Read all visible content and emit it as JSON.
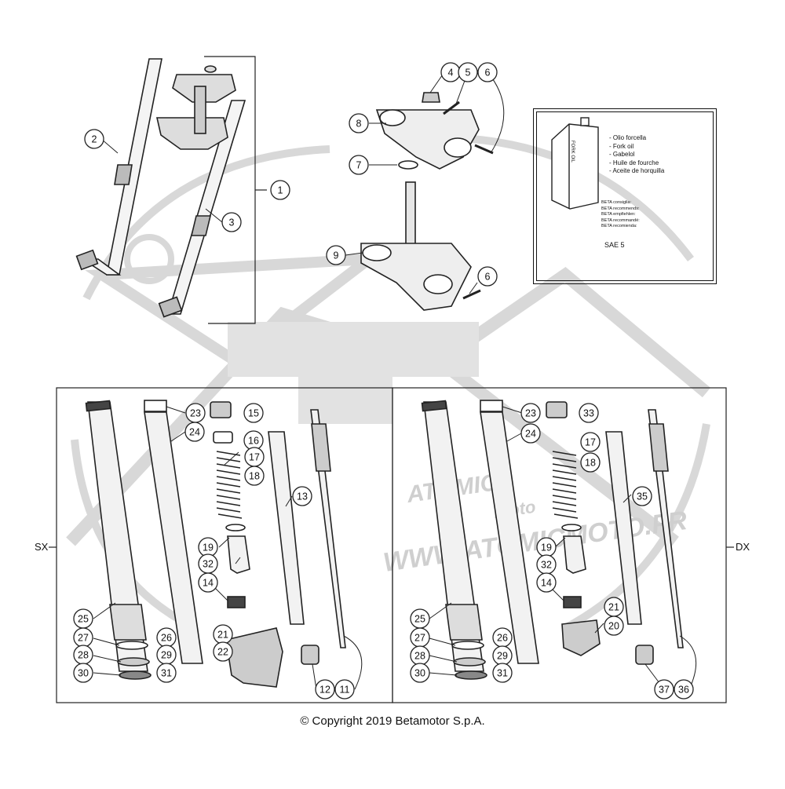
{
  "diagram": {
    "copyright": "© Copyright 2019 Betamotor S.p.A.",
    "side_left": "SX",
    "side_right": "DX",
    "watermark": {
      "brand": "ATOMIC",
      "sub": "moto",
      "url": "WWW.ATOMICMOTO.FR"
    },
    "oil_box": {
      "can_label": "FORK OIL",
      "names": [
        "- Olio forcella",
        "- Fork oil",
        "- Gabelol",
        "- Huile de fourche",
        "- Aceite de horquilla"
      ],
      "recommend": [
        "BETA consiglia:",
        "BETA recommends:",
        "BETA empfiehlen:",
        "BETA recommandé:",
        "BETA recomienda:"
      ],
      "grade": "SAE 5"
    },
    "callouts": [
      "1",
      "2",
      "3",
      "4",
      "5",
      "6",
      "6",
      "7",
      "8",
      "9",
      "23",
      "15",
      "24",
      "16",
      "17",
      "18",
      "13",
      "19",
      "32",
      "14",
      "25",
      "27",
      "26",
      "28",
      "29",
      "30",
      "31",
      "21",
      "22",
      "12",
      "11",
      "23",
      "33",
      "24",
      "17",
      "18",
      "35",
      "19",
      "32",
      "14",
      "21",
      "20",
      "25",
      "27",
      "26",
      "28",
      "29",
      "30",
      "31",
      "37",
      "36"
    ]
  }
}
